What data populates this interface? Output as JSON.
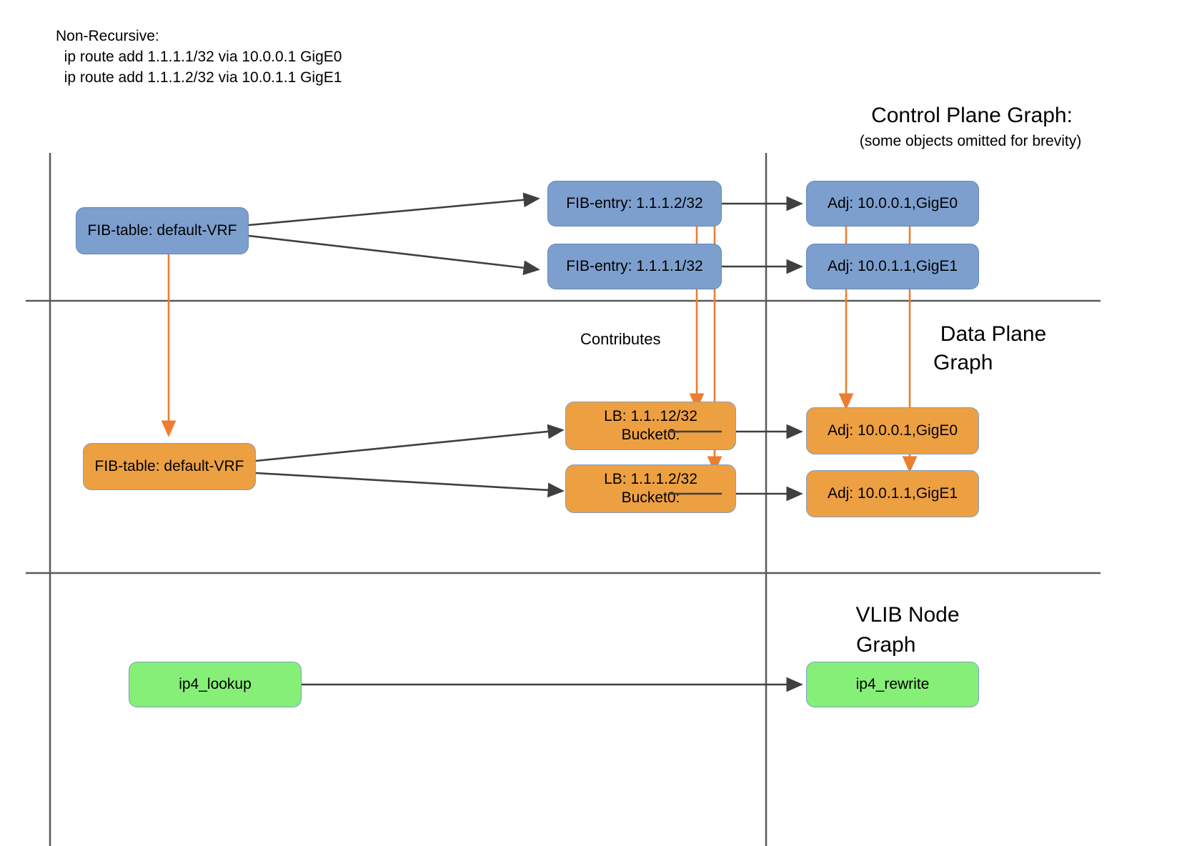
{
  "annotation": {
    "heading": "Non-Recursive:",
    "line1": "  ip route add 1.1.1.1/32 via 10.0.0.1 GigE0",
    "line2": "  ip route add 1.1.1.2/32 via 10.0.1.1 GigE1"
  },
  "sections": {
    "control_plane": {
      "title": "Control Plane Graph:",
      "subtitle": "(some objects omitted for brevity)"
    },
    "data_plane": {
      "title_line1": "Data Plane",
      "title_line2": "Graph"
    },
    "vlib": {
      "title_line1": "VLIB Node",
      "title_line2": "Graph"
    }
  },
  "labels": {
    "contributes": "Contributes"
  },
  "nodes": {
    "cp_fib_table": "FIB-table: default-VRF",
    "cp_fib_entry_2": "FIB-entry: 1.1.1.2/32",
    "cp_fib_entry_1": "FIB-entry: 1.1.1.1/32",
    "cp_adj_0": "Adj: 10.0.0.1,GigE0",
    "cp_adj_1": "Adj: 10.0.1.1,GigE1",
    "dp_fib_table": "FIB-table: default-VRF",
    "dp_lb_1_title": "LB: 1.1..12/32",
    "dp_lb_1_bucket": "Bucket0:",
    "dp_lb_2_title": "LB: 1.1.1.2/32",
    "dp_lb_2_bucket": "Bucket0:",
    "dp_adj_0": "Adj: 10.0.0.1,GigE0",
    "dp_adj_1": "Adj: 10.0.1.1,GigE1",
    "vlib_lookup": "ip4_lookup",
    "vlib_rewrite": "ip4_rewrite"
  },
  "colors": {
    "control_plane_fill": "#7d9fce",
    "data_plane_fill": "#eda041",
    "vlib_fill": "#86ef77",
    "edge_black": "#3f3f3f",
    "edge_orange": "#ed7d31",
    "divider": "#595959"
  }
}
